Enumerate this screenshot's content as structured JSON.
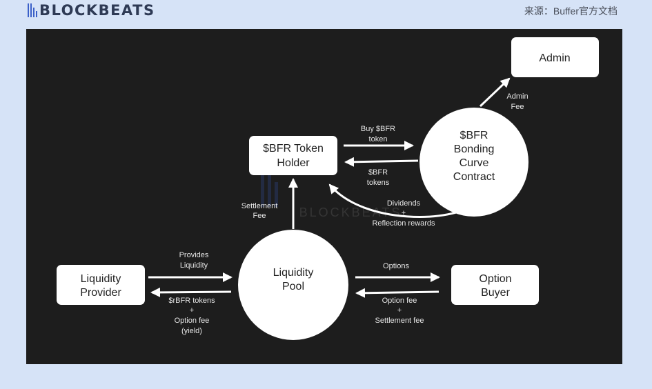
{
  "header": {
    "logo_text": "BLOCKBEATS",
    "source": "来源：Buffer官方文档"
  },
  "watermark": "BLOCKBEATS",
  "nodes": {
    "admin": [
      "Admin"
    ],
    "bonding_curve": [
      "$BFR",
      "Bonding",
      "Curve",
      "Contract"
    ],
    "token_holder": [
      "$BFR Token",
      "Holder"
    ],
    "liquidity_pool": [
      "Liquidity",
      "Pool"
    ],
    "liquidity_provider": [
      "Liquidity",
      "Provider"
    ],
    "option_buyer": [
      "Option",
      "Buyer"
    ]
  },
  "edges": {
    "admin_fee": [
      "Admin",
      "Fee"
    ],
    "buy_bfr": [
      "Buy $BFR",
      "token"
    ],
    "bfr_tokens": [
      "$BFR",
      "tokens"
    ],
    "dividends": [
      "Dividends",
      "+",
      "Reflection rewards"
    ],
    "settlement_fee": [
      "Settlement",
      "Fee"
    ],
    "provides_liquidity": [
      "Provides",
      "Liquidity"
    ],
    "rbfr_tokens": [
      "$rBFR tokens",
      "+",
      "Option fee",
      "(yield)"
    ],
    "options": [
      "Options"
    ],
    "option_fee": [
      "Option fee",
      "+",
      "Settlement fee"
    ]
  },
  "colors": {
    "background": "#d6e3f7",
    "canvas": "#1d1d1d",
    "node": "#ffffff",
    "arrow": "#ffffff"
  }
}
